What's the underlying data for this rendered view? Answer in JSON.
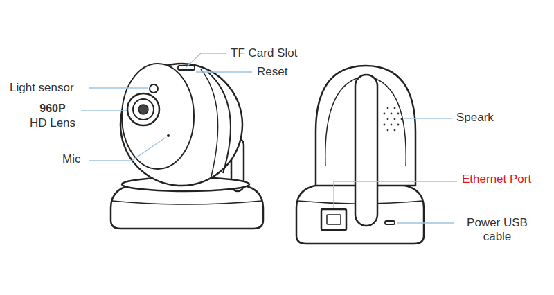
{
  "diagram": {
    "labels": [
      "TF Card Slot",
      "Reset",
      "Light sensor",
      "960P",
      "HD Lens",
      "Mic",
      "Speark",
      "Ethernet Port",
      "Power USB cable"
    ]
  }
}
